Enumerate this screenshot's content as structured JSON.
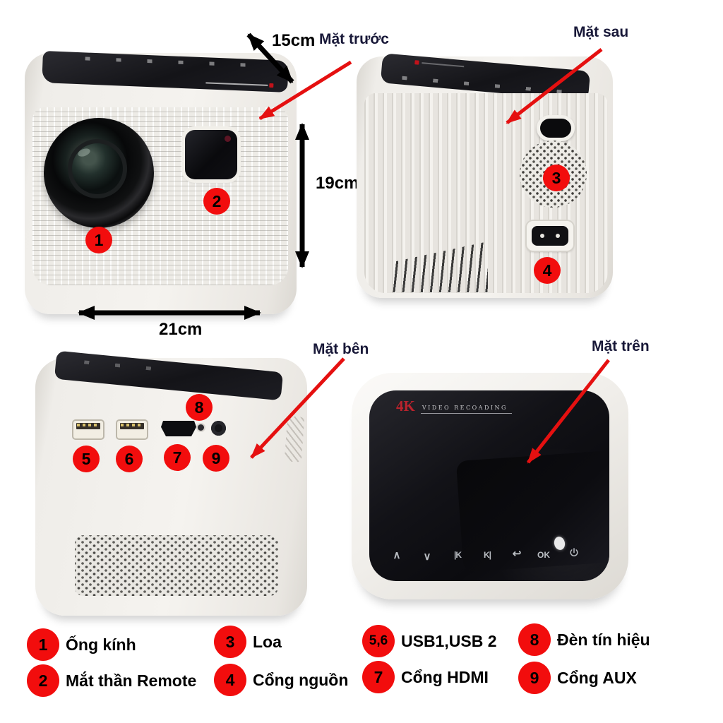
{
  "title": "Projector faces diagram",
  "colors": {
    "accent_red": "#f20d0d",
    "label_navy": "#181838",
    "dimension_black": "#000000",
    "body_white": "#f3f1ed",
    "panel_black": "#141418"
  },
  "views": {
    "front": {
      "label": "Mặt trước",
      "dim_depth": "15cm",
      "dim_height": "19cm",
      "dim_width": "21cm",
      "callouts": [
        {
          "num": "1"
        },
        {
          "num": "2"
        }
      ]
    },
    "back": {
      "label": "Mặt sau",
      "callouts": [
        {
          "num": "3"
        },
        {
          "num": "4"
        }
      ]
    },
    "side": {
      "label": "Mặt bên",
      "callouts": [
        {
          "num": "8"
        },
        {
          "num": "5"
        },
        {
          "num": "6"
        },
        {
          "num": "7"
        },
        {
          "num": "9"
        }
      ]
    },
    "top": {
      "label": "Mặt trên",
      "brand": "4K",
      "brand_sub": "VIDEO RECOADING",
      "touch_icons": {
        "up": "∧",
        "down": "∨",
        "prev": "|K",
        "next": "K|",
        "back": "↩",
        "ok": "OK"
      }
    }
  },
  "legend": {
    "items": [
      {
        "num": "1",
        "label": "Ống kính"
      },
      {
        "num": "2",
        "label": "Mắt thần Remote"
      },
      {
        "num": "3",
        "label": "Loa"
      },
      {
        "num": "4",
        "label": "Cổng nguồn"
      },
      {
        "num": "5,6",
        "label": "USB1,USB 2"
      },
      {
        "num": "7",
        "label": "Cổng HDMI"
      },
      {
        "num": "8",
        "label": "Đèn tín hiệu"
      },
      {
        "num": "9",
        "label": "Cổng AUX"
      }
    ]
  }
}
